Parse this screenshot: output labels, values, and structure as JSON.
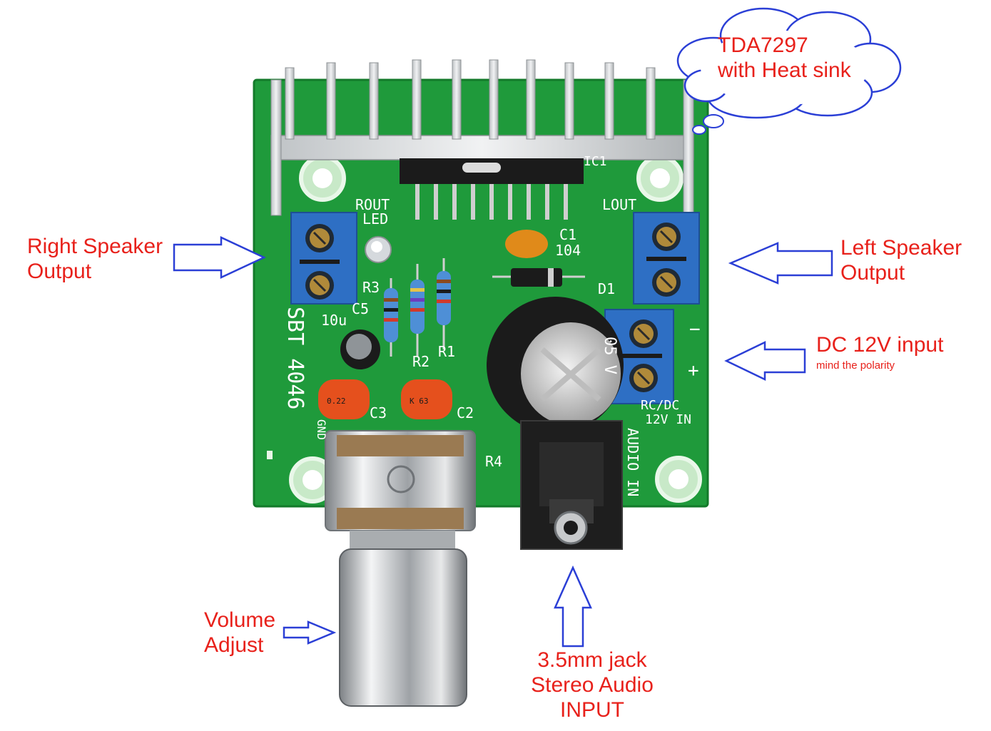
{
  "colors": {
    "label_text": "#e8211b",
    "arrow_outline": "#2b3fd6",
    "cloud_outline": "#2b3fd6",
    "pcb_green": "#1f9a3b",
    "heat_sink": "#d4d6d8",
    "terminal_blue": "#2e6fc4"
  },
  "labels": {
    "tda_line1": "TDA7297",
    "tda_line2": "with Heat sink",
    "right_speaker_line1": "Right Speaker",
    "right_speaker_line2": "Output",
    "left_speaker_line1": "Left Speaker",
    "left_speaker_line2": "Output",
    "dc_input": "DC 12V input",
    "dc_note": "mind the polarity",
    "volume_line1": "Volume",
    "volume_line2": "Adjust",
    "jack_line1": "3.5mm jack",
    "jack_line2": "Stereo Audio",
    "jack_line3": "INPUT"
  },
  "silkscreen": {
    "rout": "ROUT",
    "led": "LED",
    "lout": "LOUT",
    "c1": "C1",
    "c1_value": "104",
    "d1": "D1",
    "r1": "R1",
    "r2": "R2",
    "r3": "R3",
    "c5": "C5",
    "c5_value": "10u",
    "c2": "C2",
    "c3": "C3",
    "r4": "R4",
    "ic1": "IC1",
    "gnd": "GND",
    "board_name": "SBT 4046",
    "dc_in": "RC/DC",
    "dc_in_2": "12V  IN",
    "audio_in": "AUDIO IN",
    "cap_small_a": "0.22",
    "cap_small_b": "K 63",
    "cap_big": "05 V"
  }
}
